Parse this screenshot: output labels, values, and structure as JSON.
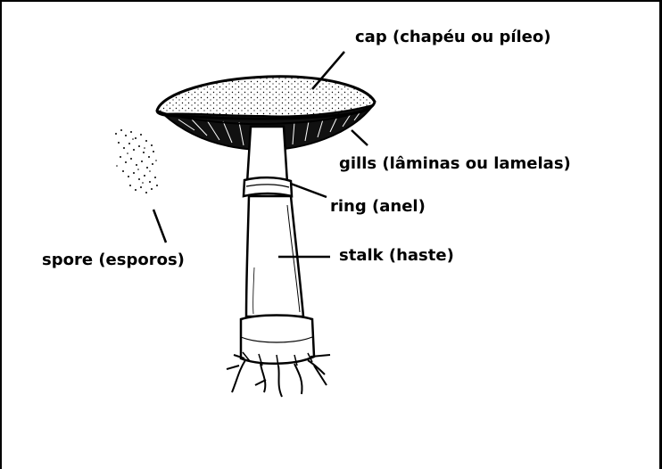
{
  "diagram": {
    "labels": {
      "cap": "cap (chapéu ou píleo)",
      "gills": "gills (lâminas ou lamelas)",
      "ring": "ring (anel)",
      "stalk": "stalk (haste)",
      "spore": "spore (esporos)"
    },
    "colors": {
      "ink": "#000000",
      "background": "#ffffff"
    }
  }
}
